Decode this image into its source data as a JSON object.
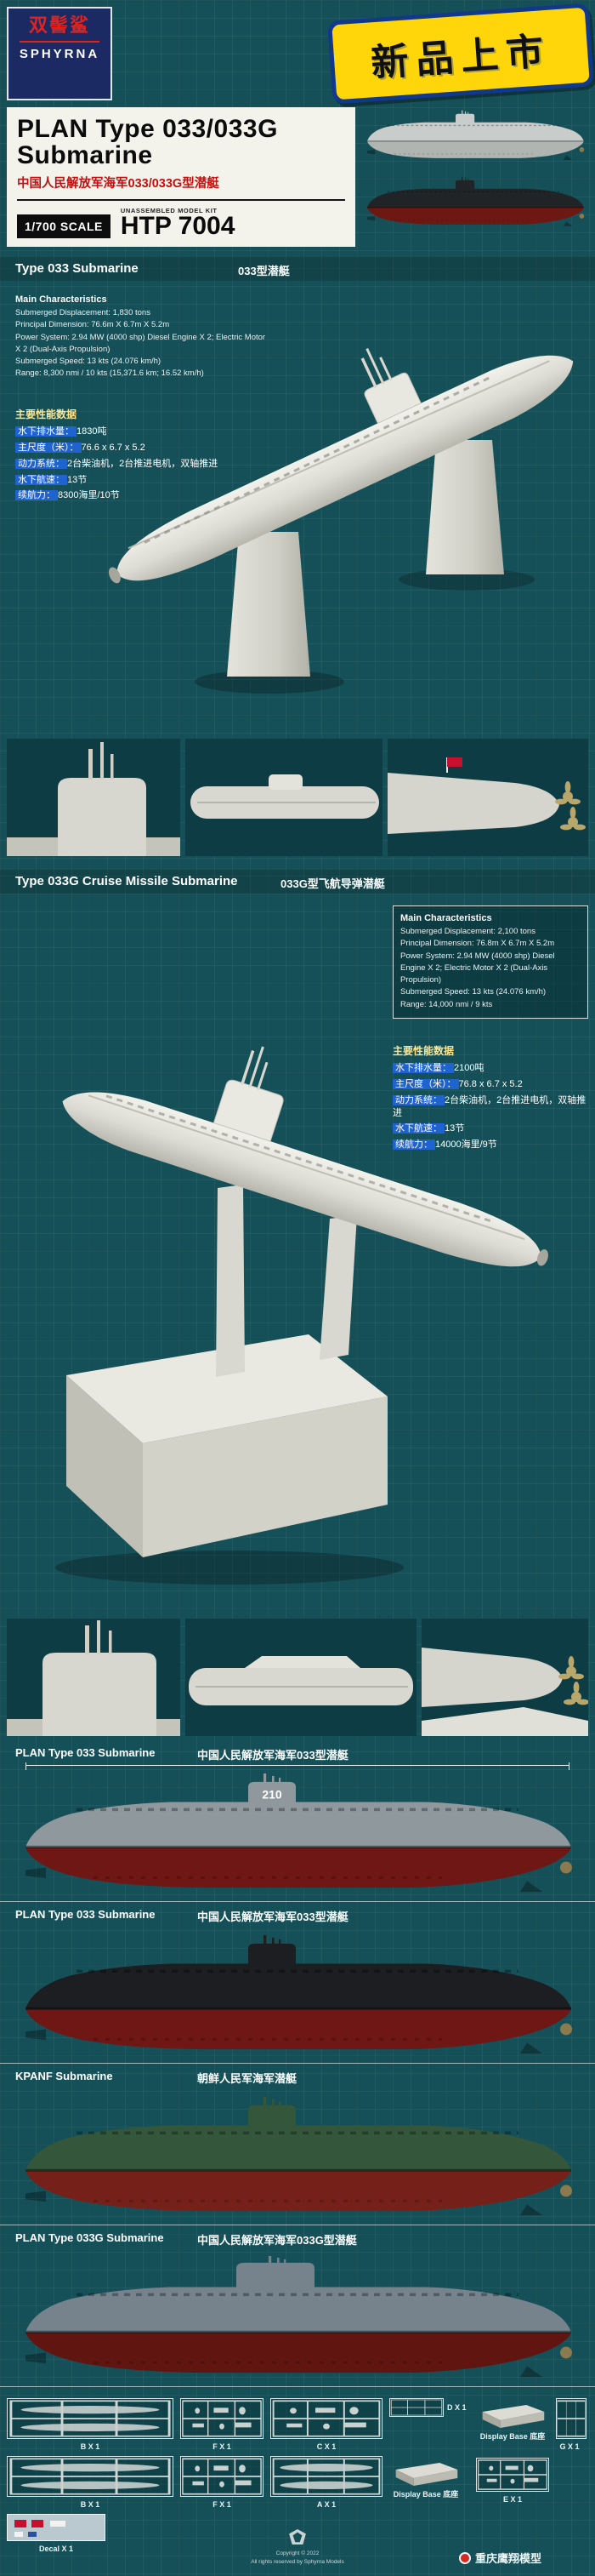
{
  "header": {
    "logo_cn": "双髻鲨",
    "logo_en": "SPHYRNA",
    "banner": "新品上市",
    "title1": "PLAN Type 033/033G",
    "title2": "Submarine",
    "title_cn": "中国人民解放军海军033/033G型潜艇",
    "scale": "1/700 SCALE",
    "kit_type": "UNASSEMBLED MODEL KIT",
    "kit_no": "HTP 7004",
    "prof1": {
      "top": "#c8ccca",
      "bottom": "#b0b5b2"
    },
    "prof2": {
      "top": "#212427",
      "bottom": "#6e1814"
    }
  },
  "t033": {
    "h_en": "Type 033 Submarine",
    "h_cn": "033型潜艇",
    "chars": "Main Characteristics",
    "en": [
      "Submerged Displacement: 1,830 tons",
      "Principal Dimension: 76.6m X 6.7m X 5.2m",
      "Power System: 2.94 MW (4000 shp) Diesel Engine X 2; Electric Motor X 2 (Dual-Axis Propulsion)",
      "Submerged Speed: 13 kts (24.076 km/h)",
      "Range: 8,300 nmi / 10 kts (15,371.6 km; 16.52 km/h)"
    ],
    "cn_h": "主要性能数据",
    "cn": [
      {
        "l": "水下排水量：",
        "v": "1830吨"
      },
      {
        "l": "主尺度（米）：",
        "v": "76.6 x 6.7 x 5.2"
      },
      {
        "l": "动力系统：",
        "v": "2台柴油机，2台推进电机，双轴推进"
      },
      {
        "l": "水下航速：",
        "v": "13节"
      },
      {
        "l": "续航力：",
        "v": "8300海里/10节"
      }
    ]
  },
  "t033g": {
    "h_en": "Type 033G Cruise Missile Submarine",
    "h_cn": "033G型飞航导弹潜艇",
    "chars": "Main Characteristics",
    "en": [
      "Submerged Displacement: 2,100 tons",
      "Principal Dimension: 76.8m X 6.7m X 5.2m",
      "Power System: 2.94 MW (4000 shp) Diesel Engine X 2; Electric Motor X 2 (Dual-Axis Propulsion)",
      "Submerged Speed: 13 kts (24.076 km/h)",
      "Range: 14,000 nmi / 9 kts"
    ],
    "cn_h": "主要性能数据",
    "cn": [
      {
        "l": "水下排水量：",
        "v": "2100吨"
      },
      {
        "l": "主尺度（米）：",
        "v": "76.8 x 6.7 x 5.2"
      },
      {
        "l": "动力系统：",
        "v": "2台柴油机，2台推进电机，双轴推进"
      },
      {
        "l": "水下航速：",
        "v": "13节"
      },
      {
        "l": "续航力：",
        "v": "14000海里/9节"
      }
    ]
  },
  "schemes": [
    {
      "en": "PLAN Type 033 Submarine",
      "cn": "中国人民解放军海军033型潜艇",
      "top": "#8e989d",
      "bottom": "#6e1714",
      "num": "210"
    },
    {
      "en": "PLAN Type 033 Submarine",
      "cn": "中国人民解放军海军033型潜艇",
      "top": "#1c1e21",
      "bottom": "#6e1714",
      "num": ""
    },
    {
      "en": "KPANF Submarine",
      "cn": "朝鲜人民军海军潜艇",
      "top": "#34573b",
      "bottom": "#76201a",
      "num": ""
    },
    {
      "en": "PLAN Type 033G Submarine",
      "cn": "中国人民解放军海军033G型潜艇",
      "top": "#76838d",
      "bottom": "#611511",
      "num": ""
    }
  ],
  "sprues": {
    "row1": [
      "B X 1",
      "F X 1",
      "C X 1",
      "D X 1",
      "Display Base  底座",
      "G X 1"
    ],
    "row2": [
      "B X 1",
      "F X 1",
      "A X 1",
      "Display Base  底座",
      "E X 1"
    ],
    "decal": "Decal X 1"
  },
  "footer": {
    "c1": "Copyright © 2022",
    "c2": "All rights reserved by Sphyrna Models",
    "pub": "重庆鹰翔模型"
  }
}
